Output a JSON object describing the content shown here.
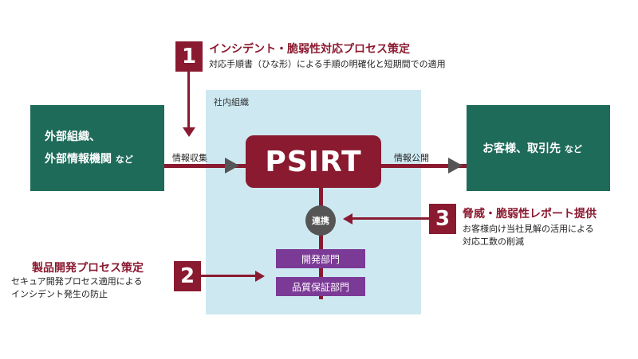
{
  "org_label": "社内組織",
  "external_left": {
    "line1": "外部組織、",
    "line2_main": "外部情報機関",
    "line2_suffix": "など"
  },
  "external_right": {
    "main": "お客様、取引先",
    "suffix": "など"
  },
  "psirt": "PSIRT",
  "flow_in_label": "情報収集",
  "flow_out_label": "情報公開",
  "link_label": "連携",
  "departments": [
    "開発部門",
    "品質保証部門"
  ],
  "step1": {
    "number": "1",
    "title": "インシデント・脆弱性対応プロセス策定",
    "desc": "対応手順書（ひな形）による手順の明確化と短期間での適用"
  },
  "step2": {
    "number": "2",
    "title": "製品開発プロセス策定",
    "desc_lines": [
      "セキュア開発プロセス適用による",
      "インシデント発生の防止"
    ]
  },
  "step3": {
    "number": "3",
    "title": "脅威・脆弱性レポート提供",
    "desc_lines": [
      "お客様向け当社見解の活用による",
      "対応工数の削減"
    ]
  },
  "colors": {
    "accent_red": "#8a1a30",
    "green": "#1f6b5a",
    "org_bg": "#cde8f1",
    "purple": "#7b3a96",
    "gray": "#555555"
  }
}
